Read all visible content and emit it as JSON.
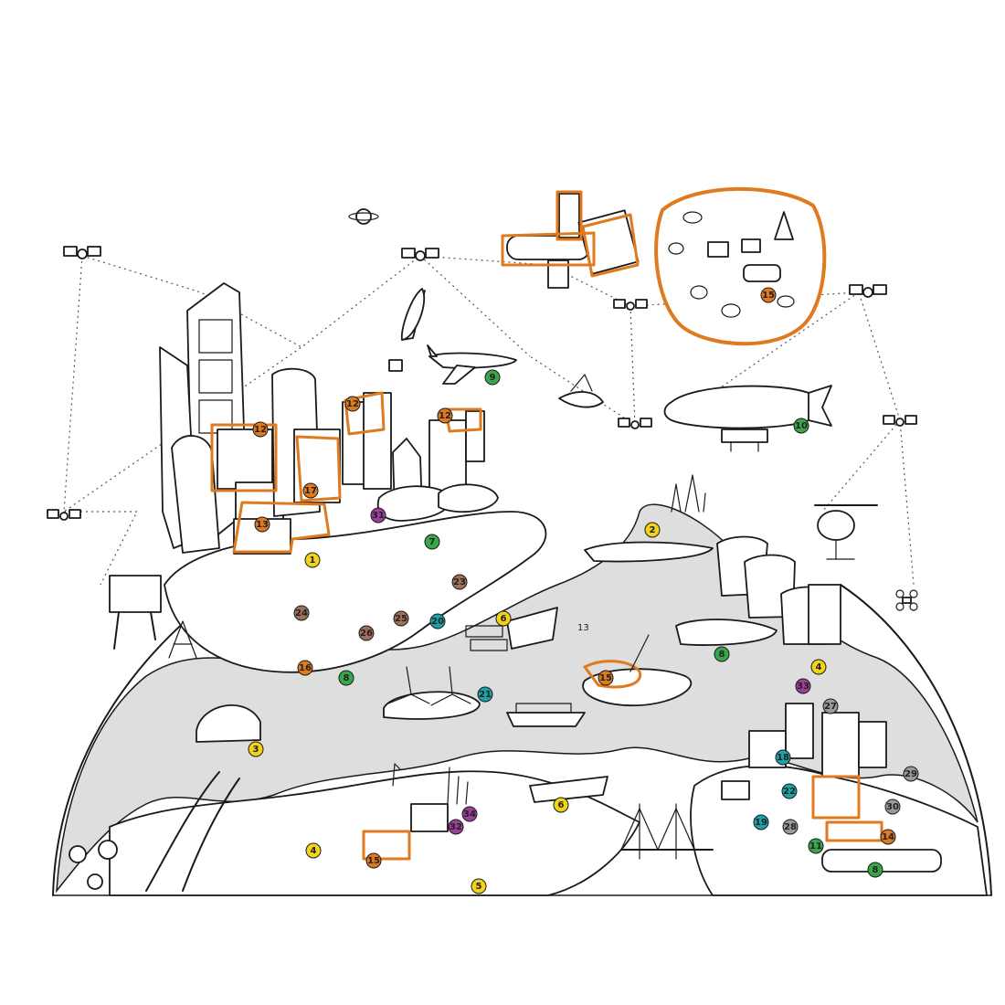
{
  "map_labels": {
    "water_number": "13"
  },
  "colors": {
    "ink": "#1a1a1a",
    "water": "#dedede",
    "highlight": "#e07a1f",
    "yellow": "#f2d21a",
    "orange": "#e07a1f",
    "green": "#3aa64a",
    "teal": "#1aa3a8",
    "brown": "#a0715a",
    "purple": "#9b3f9a",
    "gray": "#9a9a9a"
  },
  "markers": [
    {
      "label": "1",
      "color": "yellow"
    },
    {
      "label": "2",
      "color": "yellow"
    },
    {
      "label": "3",
      "color": "yellow"
    },
    {
      "label": "4",
      "color": "yellow"
    },
    {
      "label": "4",
      "color": "yellow"
    },
    {
      "label": "5",
      "color": "yellow"
    },
    {
      "label": "6",
      "color": "yellow"
    },
    {
      "label": "6",
      "color": "yellow"
    },
    {
      "label": "7",
      "color": "green"
    },
    {
      "label": "8",
      "color": "green"
    },
    {
      "label": "8",
      "color": "green"
    },
    {
      "label": "8",
      "color": "green"
    },
    {
      "label": "9",
      "color": "green"
    },
    {
      "label": "10",
      "color": "green"
    },
    {
      "label": "11",
      "color": "green"
    },
    {
      "label": "12",
      "color": "orange"
    },
    {
      "label": "12",
      "color": "orange"
    },
    {
      "label": "12",
      "color": "orange"
    },
    {
      "label": "13",
      "color": "orange"
    },
    {
      "label": "14",
      "color": "orange"
    },
    {
      "label": "15",
      "color": "orange"
    },
    {
      "label": "15",
      "color": "orange"
    },
    {
      "label": "15",
      "color": "orange"
    },
    {
      "label": "16",
      "color": "orange"
    },
    {
      "label": "17",
      "color": "orange"
    },
    {
      "label": "18",
      "color": "teal"
    },
    {
      "label": "19",
      "color": "teal"
    },
    {
      "label": "20",
      "color": "teal"
    },
    {
      "label": "21",
      "color": "teal"
    },
    {
      "label": "22",
      "color": "teal"
    },
    {
      "label": "23",
      "color": "brown"
    },
    {
      "label": "24",
      "color": "brown"
    },
    {
      "label": "25",
      "color": "brown"
    },
    {
      "label": "26",
      "color": "brown"
    },
    {
      "label": "27",
      "color": "gray"
    },
    {
      "label": "28",
      "color": "gray"
    },
    {
      "label": "29",
      "color": "gray"
    },
    {
      "label": "30",
      "color": "gray"
    },
    {
      "label": "31",
      "color": "purple"
    },
    {
      "label": "32",
      "color": "purple"
    },
    {
      "label": "33",
      "color": "purple"
    },
    {
      "label": "34",
      "color": "purple"
    }
  ]
}
